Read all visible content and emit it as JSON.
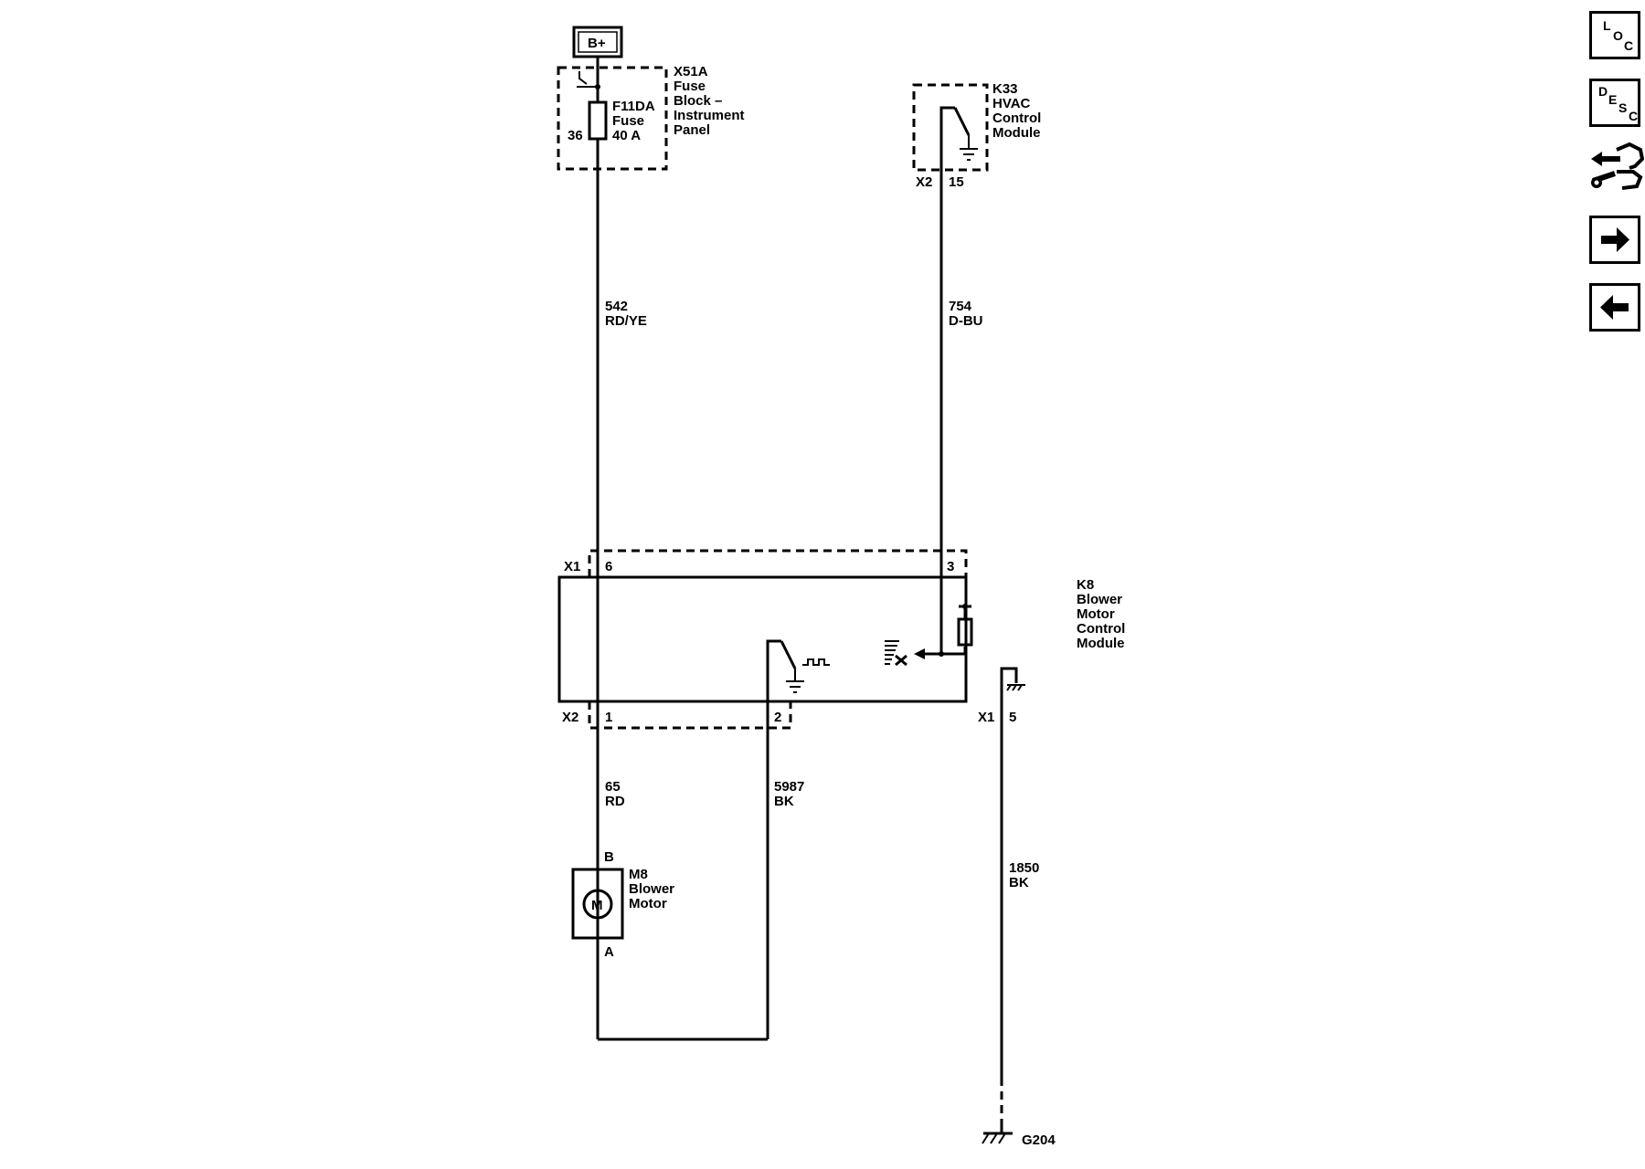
{
  "power_source": "B+",
  "fuse_block": {
    "ref": "X51A",
    "name_lines": [
      "Fuse",
      "Block –",
      "Instrument",
      "Panel"
    ],
    "pin": "36"
  },
  "fuse": {
    "ref": "F11DA",
    "name": "Fuse",
    "rating": "40 A"
  },
  "hvac_module": {
    "ref": "K33",
    "name_lines": [
      "HVAC",
      "Control",
      "Module"
    ],
    "connector": "X2",
    "pin": "15"
  },
  "blower_control_module": {
    "ref": "K8",
    "name_lines": [
      "Blower",
      "Motor",
      "Control",
      "Module"
    ],
    "connector_top": "X1",
    "pin_top_left": "6",
    "pin_top_right": "3",
    "connector_bottom_left": "X2",
    "pin_bottom_1": "1",
    "pin_bottom_2": "2",
    "connector_bottom_right": "X1",
    "pin_bottom_right": "5"
  },
  "wires": {
    "w542": {
      "circuit": "542",
      "color": "RD/YE"
    },
    "w754": {
      "circuit": "754",
      "color": "D-BU"
    },
    "w65": {
      "circuit": "65",
      "color": "RD"
    },
    "w5987": {
      "circuit": "5987",
      "color": "BK"
    },
    "w1850": {
      "circuit": "1850",
      "color": "BK"
    }
  },
  "blower_motor": {
    "ref": "M8",
    "name_lines": [
      "Blower",
      "Motor"
    ],
    "symbol": "M",
    "pin_top": "B",
    "pin_bottom": "A"
  },
  "ground": "G204",
  "nav": {
    "loc": {
      "l1": "L",
      "l2": "O",
      "l3": "C",
      "icon": "location-icon"
    },
    "desc": {
      "l1": "D",
      "l2": "E",
      "l3": "S",
      "l4": "C",
      "icon": "description-icon"
    },
    "service": {
      "icon": "wrench-hand-icon"
    },
    "next": {
      "icon": "arrow-right-icon"
    },
    "prev": {
      "icon": "arrow-left-icon"
    }
  }
}
